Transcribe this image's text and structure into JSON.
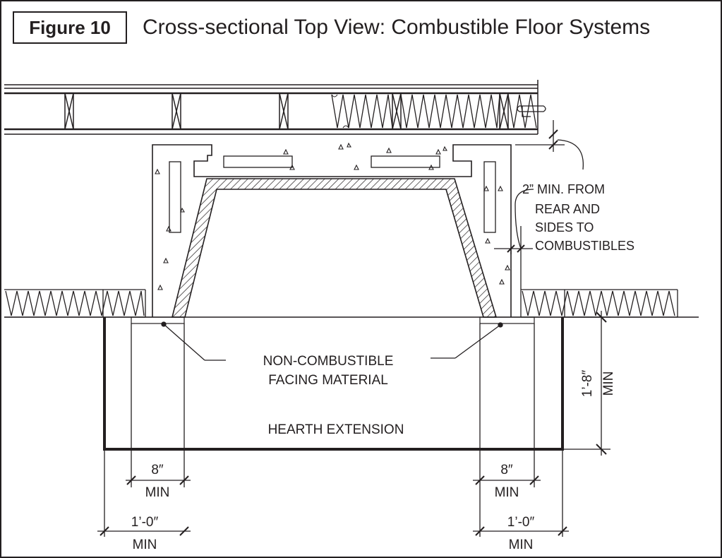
{
  "figure": {
    "label": "Figure 10",
    "title": "Cross-sectional Top View: Combustible Floor Systems"
  },
  "labels": {
    "clearance_lines": [
      "2” MIN. FROM",
      "REAR AND",
      "SIDES TO",
      "COMBUSTIBLES"
    ],
    "facing_lines": [
      "NON-COMBUSTIBLE",
      "FACING MATERIAL"
    ],
    "hearth": "HEARTH EXTENSION"
  },
  "dimensions": {
    "depth_value": "1’-8″",
    "depth_unit": "MIN",
    "left_inner_value": "8″",
    "left_inner_unit": "MIN",
    "left_outer_value": "1’-0″",
    "left_outer_unit": "MIN",
    "right_inner_value": "8″",
    "right_inner_unit": "MIN",
    "right_outer_value": "1’-0″",
    "right_outer_unit": "MIN"
  },
  "colors": {
    "ink": "#231f20",
    "background": "#ffffff"
  }
}
